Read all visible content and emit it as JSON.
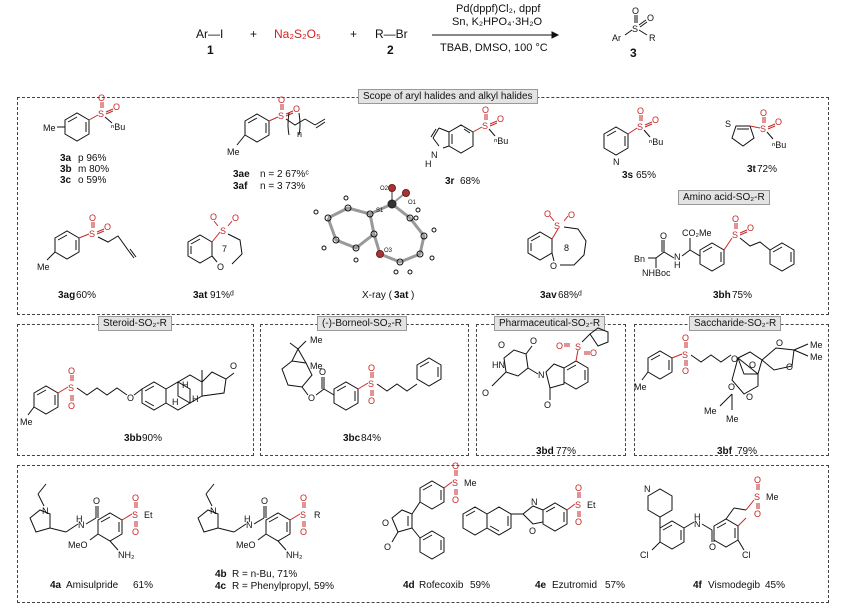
{
  "scheme": {
    "reactant1": "Ar—I",
    "reactant1_num": "1",
    "plus1": "+",
    "reagent": "Na₂S₂O₅",
    "plus2": "+",
    "reactant2": "R—Br",
    "reactant2_num": "2",
    "cond_line1": "Pd(dppf)Cl₂, dppf",
    "cond_line2": "Sn, K₂HPO₄·3H₂O",
    "cond_line3": "TBAB, DMSO, 100 °C",
    "product_ar": "Ar",
    "product_r": "R",
    "product_num": "3"
  },
  "section1": {
    "title": "Scope of aryl halides and alkyl halides",
    "amino_tag": "Amino acid-SO₂-R",
    "items": [
      {
        "id": "3a",
        "detail": "p  96%"
      },
      {
        "id": "3b",
        "detail": "m  80%"
      },
      {
        "id": "3c",
        "detail": "o  59%"
      },
      {
        "id": "3ae",
        "detail": "n = 2  67%ᶜ"
      },
      {
        "id": "3af",
        "detail": "n = 3  73%"
      },
      {
        "id": "3r",
        "detail": "68%"
      },
      {
        "id": "3s",
        "detail": "65%"
      },
      {
        "id": "3t",
        "detail": "72%"
      },
      {
        "id": "3ag",
        "detail": "60%"
      },
      {
        "id": "3at",
        "detail": "91%ᵈ"
      },
      {
        "id": "3av",
        "detail": "68%ᵈ"
      },
      {
        "id": "3bh",
        "detail": "75%"
      }
    ],
    "xray_label": "X-ray (",
    "xray_id": "3at",
    "xray_close": ")",
    "ring7": "7",
    "ring8": "8",
    "xray_atoms": [
      "O2",
      "S1",
      "O1",
      "O3"
    ]
  },
  "section2": {
    "steroid_tag": "Steroid-SO₂-R",
    "borneol_tag": "(-)-Borneol-SO₂-R",
    "pharma_tag": "Pharmaceutical-SO₂-R",
    "saccharide_tag": "Saccharide-SO₂-R",
    "items": [
      {
        "id": "3bb",
        "detail": "90%"
      },
      {
        "id": "3bc",
        "detail": "84%"
      },
      {
        "id": "3bd",
        "detail": "77%"
      },
      {
        "id": "3bf",
        "detail": "79%"
      }
    ]
  },
  "section3": {
    "items": [
      {
        "id": "4a",
        "name": "Amisulpride",
        "yield": "61%"
      },
      {
        "id": "4d",
        "name": "Rofecoxib",
        "yield": "59%"
      },
      {
        "id": "4e",
        "name": "Ezutromid",
        "yield": "57%"
      },
      {
        "id": "4f",
        "name": "Vismodegib",
        "yield": "45%"
      }
    ],
    "r4b": {
      "id": "4b",
      "text": "R = n-Bu,  71%"
    },
    "r4c": {
      "id": "4c",
      "text": "R = Phenylpropyl, 59%"
    }
  },
  "atom_labels": {
    "S": "S",
    "O": "O",
    "nBu": "ⁿBu",
    "Me": "Me",
    "N": "N",
    "H": "H",
    "NH": "NH",
    "HN": "HN",
    "Bn": "Bn",
    "NHBoc": "NHBoc",
    "CO2Me": "CO₂Me",
    "Et": "Et",
    "Cl": "Cl",
    "MeO": "MeO",
    "NH2": "NH₂",
    "R": "R",
    "n": "n"
  }
}
